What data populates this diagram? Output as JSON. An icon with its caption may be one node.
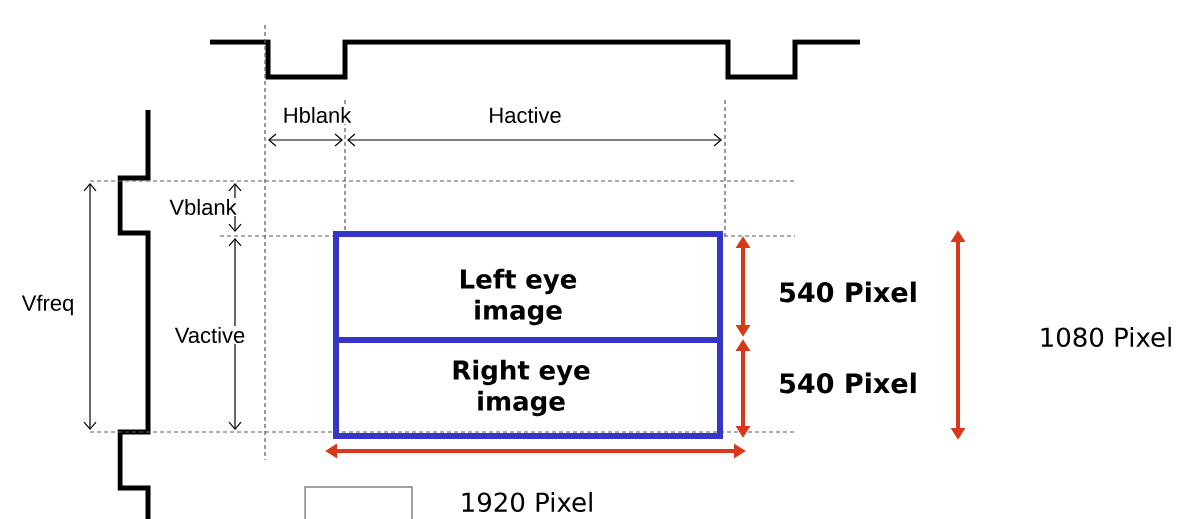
{
  "diagram": {
    "nodes": [
      {
        "text": [
          "Left eye image"
        ]
      },
      {
        "text": [
          "Right eye image"
        ]
      },
      {
        "text": [],
        "shape": "box"
      }
    ],
    "labels": [
      "Hblank",
      "Hactive",
      "Vblank",
      "Vfreq",
      "Vactive",
      "540 Pixel",
      "540 Pixel",
      "1080 Pixel",
      "1920 Pixel"
    ]
  }
}
